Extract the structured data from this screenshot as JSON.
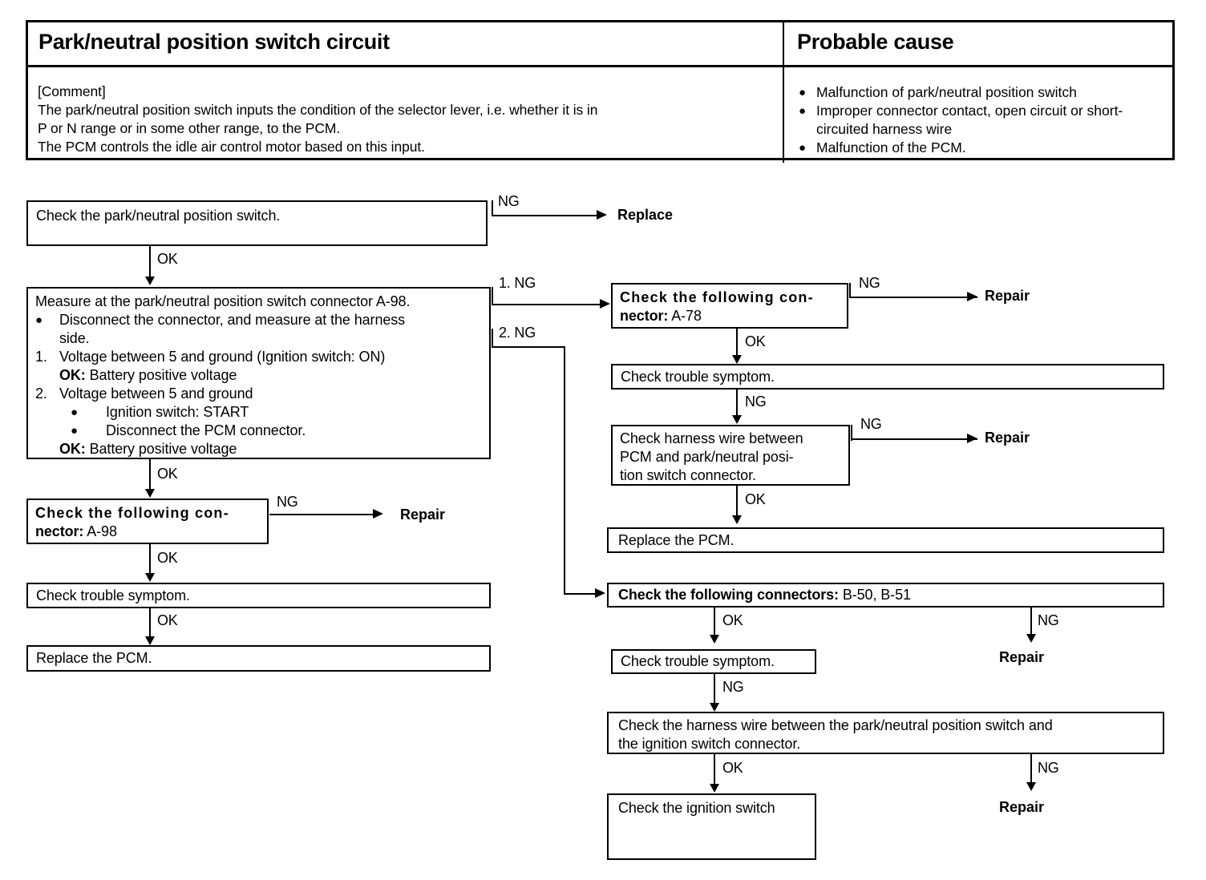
{
  "table": {
    "left_title": "Park/neutral position switch circuit",
    "right_title": "Probable cause",
    "comment_heading": "[Comment]",
    "comment_lines": [
      "The park/neutral position switch inputs the condition of the selector lever, i.e. whether it is in",
      "P or N range or in some other range, to the PCM.",
      "The PCM controls the idle air control motor based on this input."
    ],
    "causes": [
      "Malfunction of park/neutral position switch",
      "Improper connector contact, open circuit or short-circuited harness wire",
      "Malfunction of  the PCM."
    ]
  },
  "flow": {
    "box_check_switch": "Check the park/neutral position switch.",
    "measure": {
      "heading": "Measure at the park/neutral position switch connector A-98.",
      "bullet1_line1": "Disconnect the connector, and measure at the harness",
      "bullet1_line2": "side.",
      "num1_marker": "1.",
      "num1_text": "Voltage between 5 and ground (Ignition switch: ON)",
      "num1_ok_label": "OK:",
      "num1_ok_value": "Battery positive voltage",
      "num2_marker": "2.",
      "num2_text": "Voltage between 5 and ground",
      "num2_sub1": "Ignition switch: START",
      "num2_sub2": "Disconnect the PCM connector.",
      "num2_ok_label": "OK:",
      "num2_ok_value": "Battery positive voltage"
    },
    "box_conn_a98_bold": "Check the following con-",
    "box_conn_a98_line2_bold": "nector:",
    "box_conn_a98_line2_plain": "A-98",
    "box_trouble_left": "Check trouble symptom.",
    "box_replace_pcm_left": "Replace the PCM.",
    "box_conn_a78_bold": "Check the following con-",
    "box_conn_a78_line2_bold": "nector:",
    "box_conn_a78_line2_plain": "A-78",
    "box_trouble_right_1": "Check trouble symptom.",
    "box_harness_pcm_l1": "Check harness wire between",
    "box_harness_pcm_l2": "PCM and park/neutral posi-",
    "box_harness_pcm_l3": "tion switch connector.",
    "box_replace_pcm_right": "Replace the PCM.",
    "box_conn_b_bold": "Check the following connectors:",
    "box_conn_b_plain": "B-50, B-51",
    "box_trouble_right_2": "Check trouble symptom.",
    "box_harness_ign_l1": "Check the harness wire between the park/neutral position switch and",
    "box_harness_ign_l2": "the ignition switch connector.",
    "box_check_ignition": "Check the ignition switch"
  },
  "labels": {
    "ng": "NG",
    "ok": "OK",
    "ng1": "1. NG",
    "ng2": "2. NG",
    "replace": "Replace",
    "repair": "Repair"
  }
}
